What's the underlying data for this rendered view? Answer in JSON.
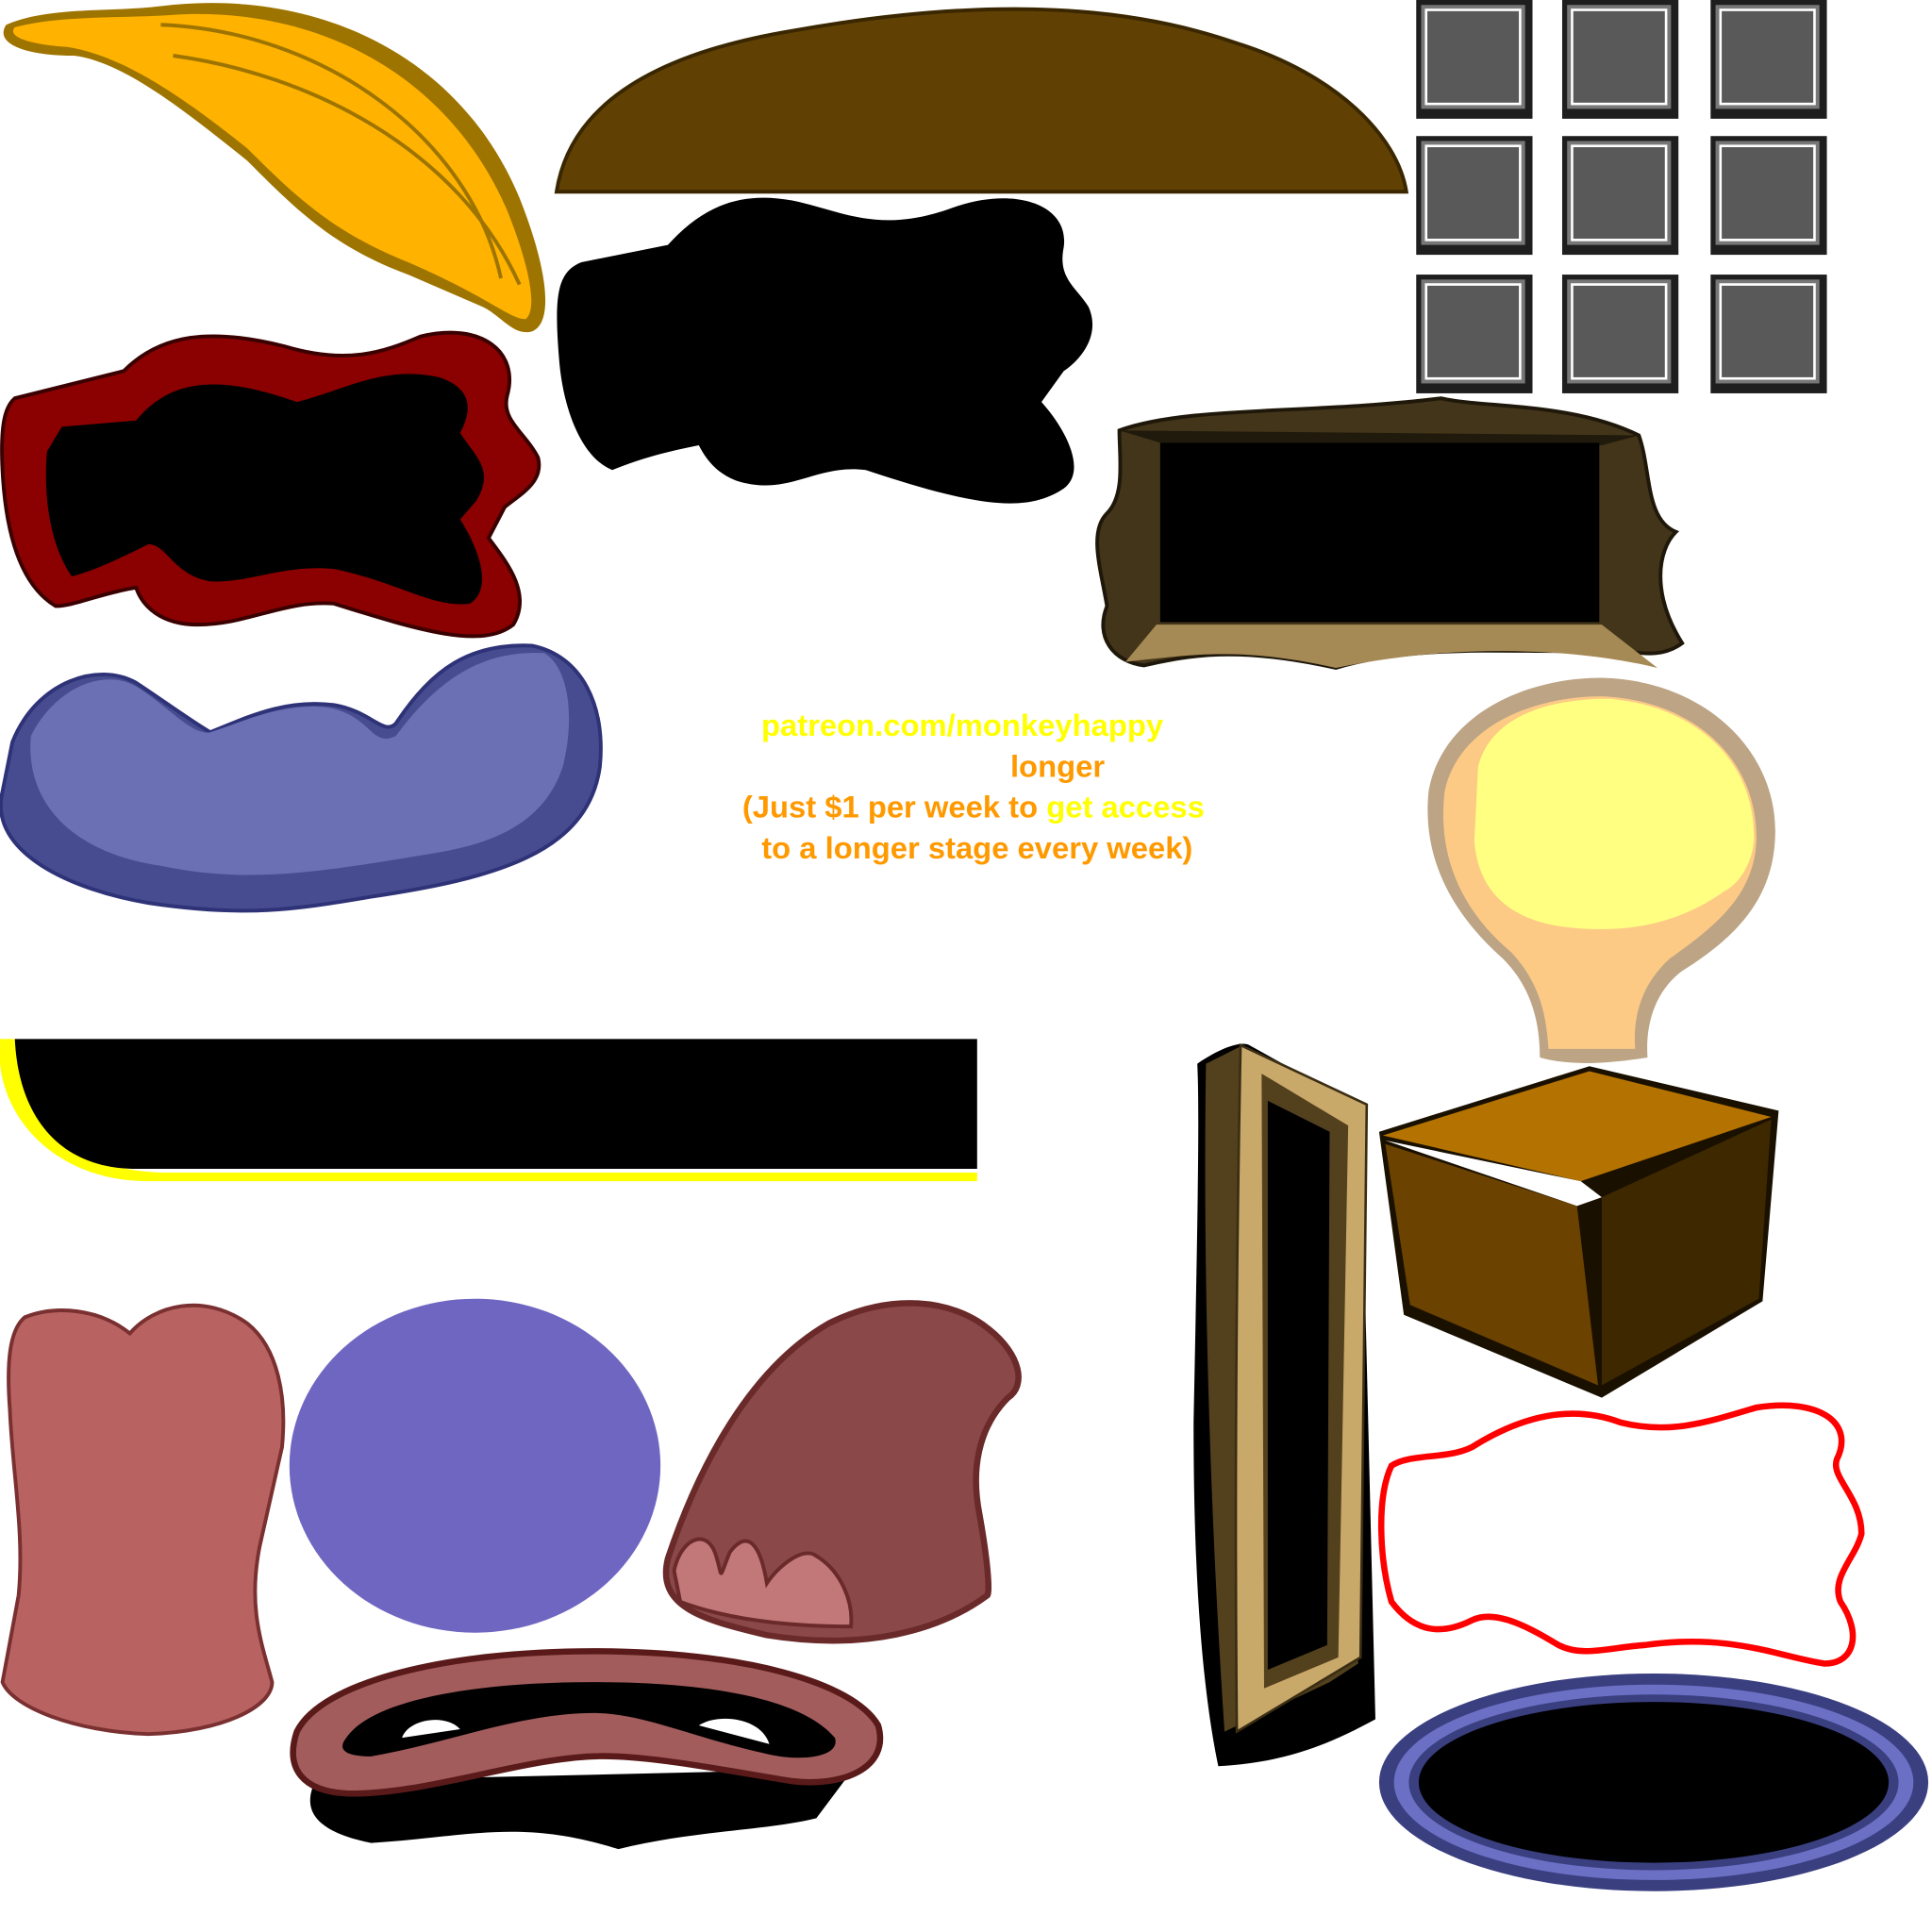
{
  "promo": {
    "line1": "patreon.com/monkeyhappy",
    "line2": "longer",
    "line3_a": "(Just $1 per week to ",
    "line3_b": "get access",
    "line4": "to a longer stage every week)"
  },
  "colors": {
    "yellow": "#ffff00",
    "orange": "#ff9900"
  }
}
